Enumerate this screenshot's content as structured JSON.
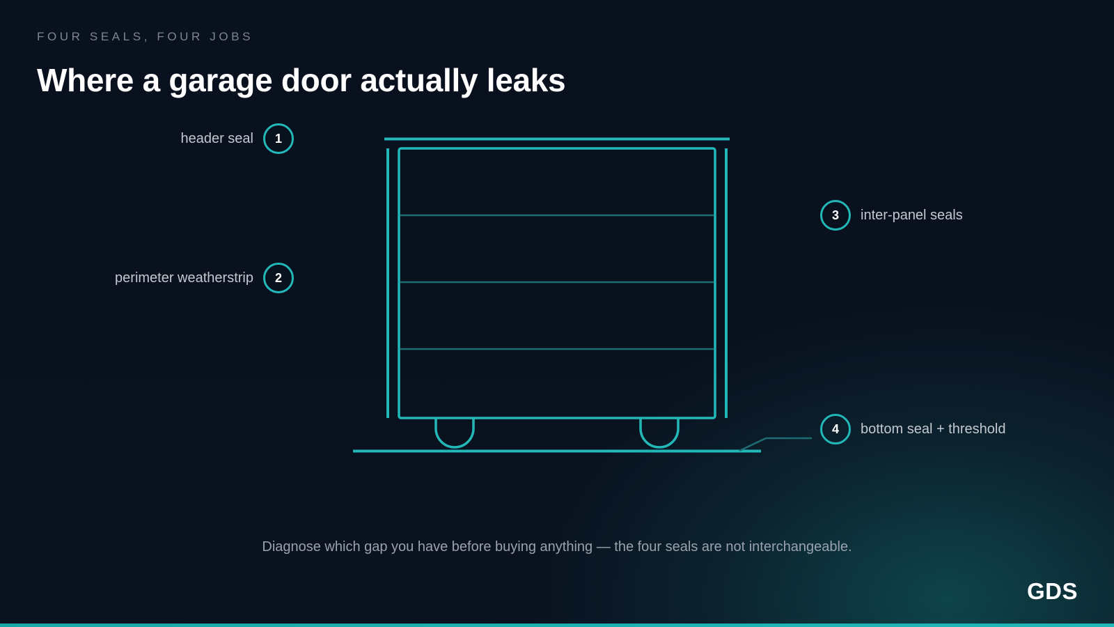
{
  "eyebrow": "FOUR SEALS, FOUR JOBS",
  "title": "Where a garage door actually leaks",
  "callouts": [
    {
      "number": "1",
      "label": "header seal"
    },
    {
      "number": "2",
      "label": "perimeter weatherstrip"
    },
    {
      "number": "3",
      "label": "inter-panel seals"
    },
    {
      "number": "4",
      "label": "bottom seal + threshold"
    }
  ],
  "footnote": "Diagnose which gap you have before buying anything — the four seals are not interchangeable.",
  "logo": "GDS",
  "colors": {
    "accent": "#22b8b8",
    "panel_line": "#1f6d73",
    "background": "#0a111e"
  }
}
